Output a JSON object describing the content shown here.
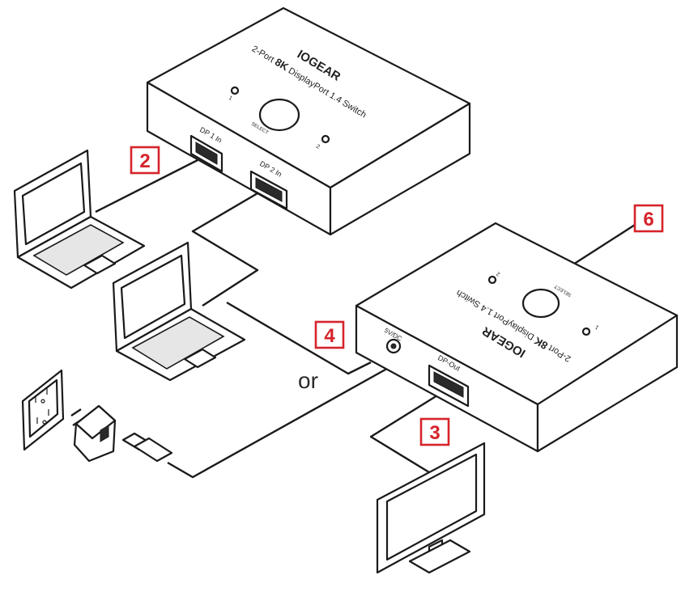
{
  "switch_top": {
    "brand": "IOGEAR",
    "model_prefix": "2-Port ",
    "model_emphasis": "8K",
    "model_suffix": " DisplayPort 1.4 Switch",
    "led1_label": "1",
    "led2_label": "2",
    "select_label": "SELECT",
    "port1_label": "DP 1 In",
    "port2_label": "DP 2 In"
  },
  "switch_bottom": {
    "brand": "IOGEAR",
    "model_prefix": "2-Port ",
    "model_emphasis": "8K",
    "model_suffix": " DisplayPort 1.4 Switch",
    "led1_label": "1",
    "led2_label": "2",
    "select_label": "SELECT",
    "power_label": "5V/DC",
    "out_label": "DP-Out"
  },
  "callouts": [
    "2",
    "3",
    "4",
    "6"
  ],
  "or_text": "or"
}
